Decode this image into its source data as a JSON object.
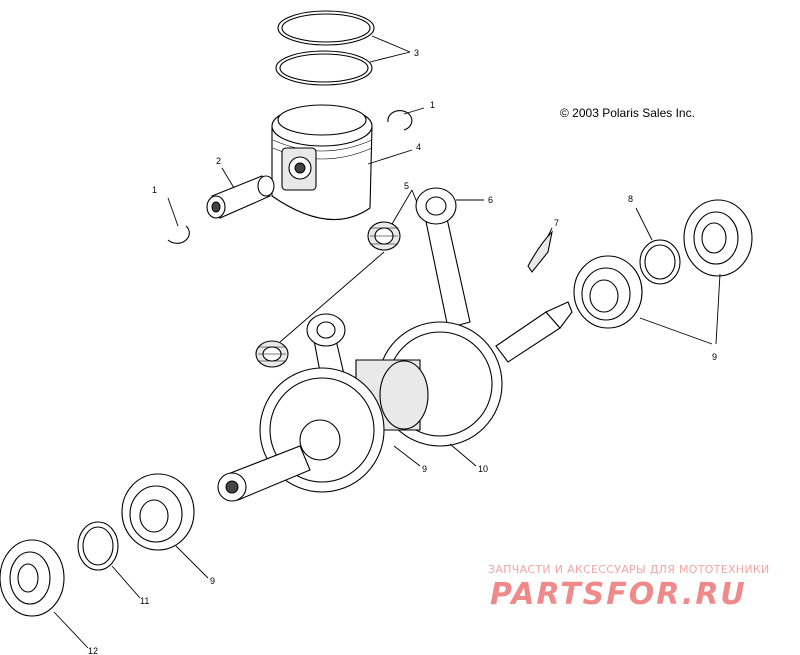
{
  "copyright": "© 2003 Polaris Sales Inc.",
  "watermark": {
    "subtitle": "ЗАПЧАСТИ И АКСЕССУАРЫ ДЛЯ МОТОТЕХНИКИ",
    "brand": "PARTSFOR.RU"
  },
  "callouts": {
    "c1a": "1",
    "c1b": "1",
    "c2": "2",
    "c3": "3",
    "c4": "4",
    "c5": "5",
    "c6": "6",
    "c7": "7",
    "c8": "8",
    "c9a": "9",
    "c9b": "9",
    "c9c": "9",
    "c10": "10",
    "c11": "11",
    "c12": "12"
  }
}
